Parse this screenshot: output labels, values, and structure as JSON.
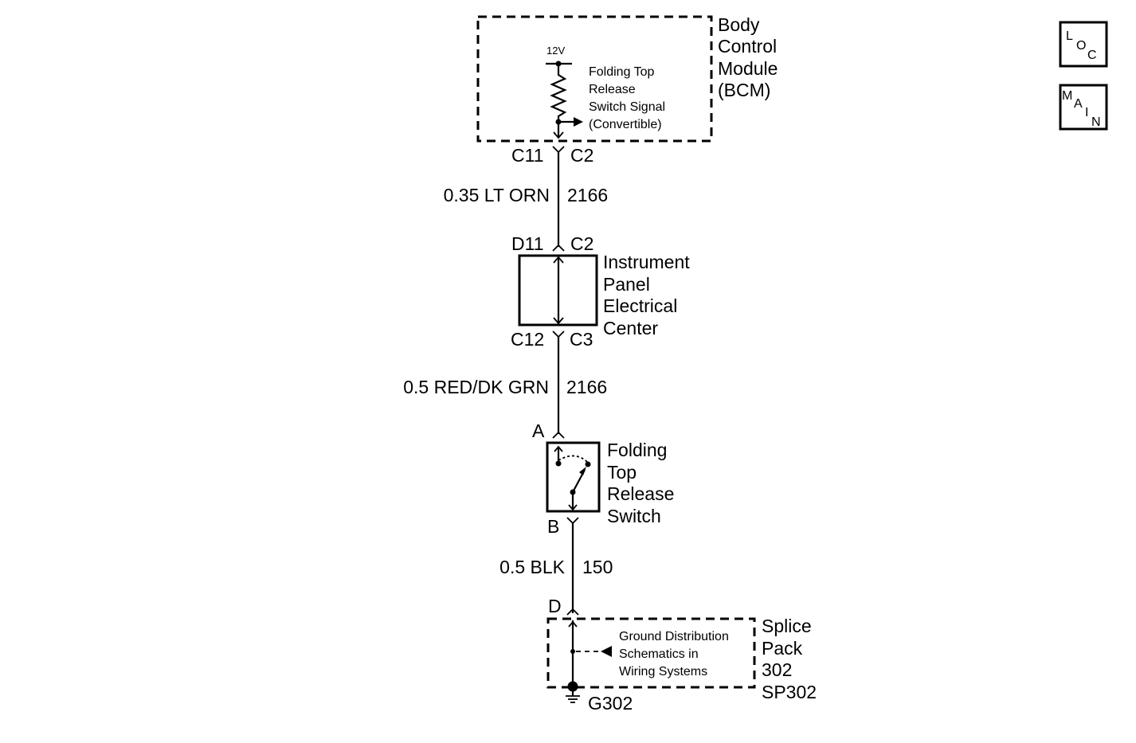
{
  "bcm": {
    "name_lines": [
      "Body",
      "Control",
      "Module",
      "(BCM)"
    ],
    "voltage": "12V",
    "signal_lines": [
      "Folding Top",
      "Release",
      "Switch Signal",
      "(Convertible)"
    ]
  },
  "bcm_connector": {
    "left": "C11",
    "right": "C2"
  },
  "wire_1": {
    "spec": "0.35 LT ORN",
    "circuit": "2166"
  },
  "ipec": {
    "top_connector": {
      "left": "D11",
      "right": "C2"
    },
    "name_lines": [
      "Instrument",
      "Panel",
      "Electrical",
      "Center"
    ],
    "bottom_connector": {
      "left": "C12",
      "right": "C3"
    }
  },
  "wire_2": {
    "spec": "0.5 RED/DK GRN",
    "circuit": "2166"
  },
  "switch": {
    "pin_top": "A",
    "name_lines": [
      "Folding",
      "Top",
      "Release",
      "Switch"
    ],
    "pin_bottom": "B"
  },
  "wire_3": {
    "spec": "0.5 BLK",
    "circuit": "150"
  },
  "splice": {
    "pin": "D",
    "note_lines": [
      "Ground Distribution",
      "Schematics in",
      "Wiring Systems"
    ],
    "name_lines": [
      "Splice",
      "Pack",
      "302",
      "SP302"
    ],
    "ground": "G302"
  },
  "nav_buttons": {
    "loc": [
      "L",
      "O",
      "C"
    ],
    "main": [
      "M",
      "A",
      "I",
      "N"
    ]
  }
}
